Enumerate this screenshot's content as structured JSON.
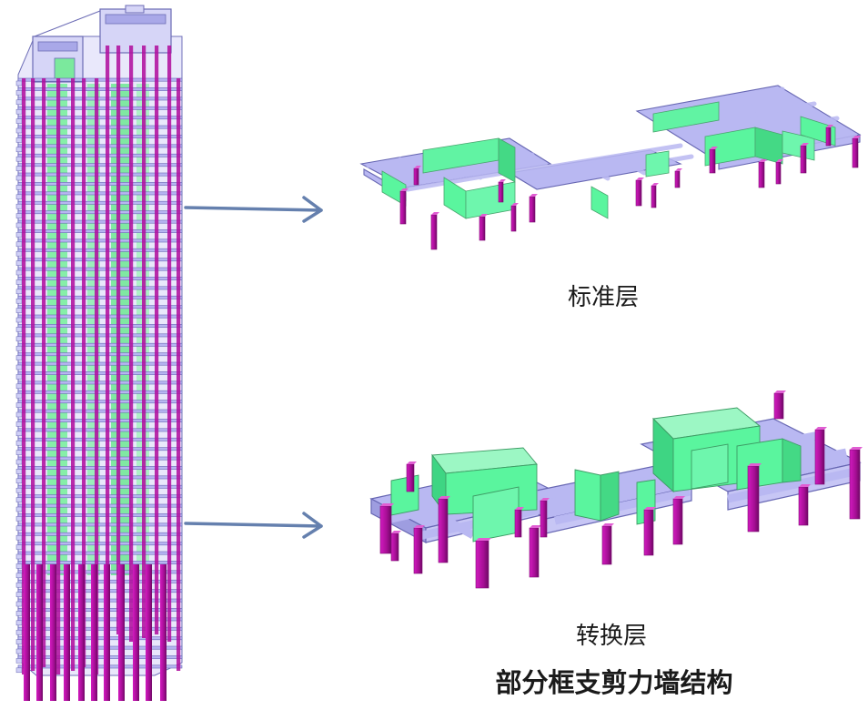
{
  "labels": {
    "standard_floor": "标准层",
    "transfer_floor": "转换层",
    "caption": "部分框支剪力墙结构"
  },
  "colors": {
    "column": "#b0109e",
    "column_dark": "#7e0a73",
    "wall": "#5cf5a0",
    "wall_dark": "#33c37a",
    "beam": "#b7b6f2",
    "beam_edge": "#6868b4",
    "arrow": "#6580ae"
  },
  "icons": {
    "arrow": "right-arrow-icon"
  }
}
